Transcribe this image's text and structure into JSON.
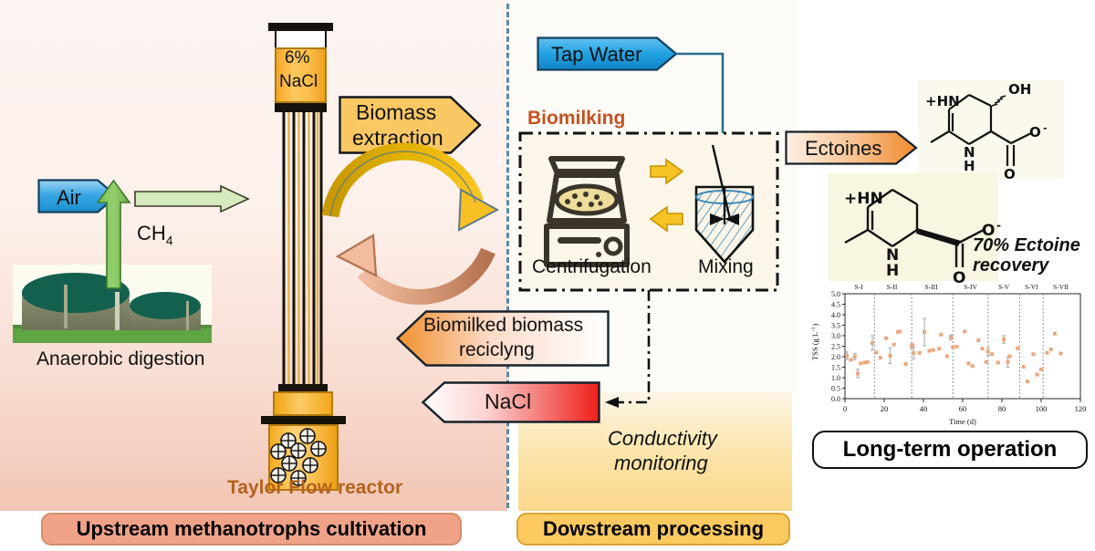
{
  "figure": {
    "type": "graphical-abstract",
    "title": "Methanotroph cultivation and ectoine biomilking process"
  },
  "palette": {
    "blue_arrow": "#2a9fe0",
    "green_arrow": "#8dc96b",
    "green_light_arrow": "#d6e9bf",
    "orange_arrow": "#f6b545",
    "orange_deep": "#f29330",
    "red_gradient": "#ef2a22",
    "yellow_circ": "#f0b400",
    "salmon_circ": "#e0a183",
    "banner_left": "#f0a287",
    "banner_right": "#fbc95f",
    "divider": "#5b89a6",
    "biomilking_text": "#c4521f",
    "reactor_text": "#b5621f",
    "dot_color": "#eba77f"
  },
  "left_panel": {
    "feed_gas_label": "Air",
    "methane_label": "CH",
    "methane_sub": "4",
    "digestion_caption": "Anaerobic digestion",
    "flask_line1": "6%",
    "flask_line2": "NaCl",
    "reactor_caption": "Taylor Flow reactor",
    "biomass_extraction_line1": "Biomass",
    "biomass_extraction_line2": "extraction",
    "recycle_arrow_line1": "Biomilked biomass",
    "recycle_arrow_line2": "reciclyng",
    "nacl_arrow_label": "NaCl",
    "banner": "Upstream methanotrophs cultivation"
  },
  "center_panel": {
    "tap_water_label": "Tap Water",
    "biomilking_label": "Biomilking",
    "centrifugation_label": "Centrifugation",
    "mixing_label": "Mixing",
    "conductivity_line1": "Conductivity",
    "conductivity_line2": "monitoring",
    "banner": "Dowstream processing"
  },
  "right_panel": {
    "ectoines_label": "Ectoines",
    "recovery_line1": "70% Ectoine",
    "recovery_line2": "recovery",
    "long_term_label": "Long-term operation",
    "molecule_top_name": "hydroxyectoine",
    "molecule_bottom_name": "ectoine",
    "molecule_atoms_top": [
      "+HN",
      "OH",
      "N",
      "H",
      "O",
      "O-"
    ],
    "molecule_atoms_bottom": [
      "+HN",
      "N",
      "H",
      "O",
      "O-"
    ]
  },
  "chart_data": {
    "type": "scatter",
    "title": "",
    "xlabel": "Time (d)",
    "ylabel": "TSS (g L-1)",
    "xlim": [
      0,
      120
    ],
    "ylim": [
      0.0,
      5.0
    ],
    "xticks": [
      0,
      20,
      40,
      60,
      80,
      100,
      120
    ],
    "yticks": [
      0.0,
      0.5,
      1.0,
      1.5,
      2.0,
      2.5,
      3.0,
      3.5,
      4.0,
      4.5,
      5.0
    ],
    "grid": false,
    "legend": "none",
    "stage_labels": [
      "S-I",
      "S-II",
      "S-III",
      "S-IV",
      "S-V",
      "S-VI",
      "S-VII"
    ],
    "stage_boundaries": [
      15,
      34,
      55,
      73,
      89,
      101
    ],
    "stage_label_x": [
      7,
      24,
      44,
      64,
      81,
      95,
      110
    ],
    "marker_color": "#eba77f",
    "errorbar_color": "#b0b0b0",
    "series": [
      {
        "name": "TSS",
        "points": [
          {
            "x": 1,
            "y": 2.05,
            "err": 0.18
          },
          {
            "x": 3,
            "y": 1.85,
            "err": 0
          },
          {
            "x": 5,
            "y": 2.0,
            "err": 0.15
          },
          {
            "x": 6.5,
            "y": 1.2,
            "err": 0.2
          },
          {
            "x": 8,
            "y": 1.68,
            "err": 0
          },
          {
            "x": 10,
            "y": 1.72,
            "err": 0
          },
          {
            "x": 11.5,
            "y": 1.75,
            "err": 0
          },
          {
            "x": 14,
            "y": 2.65,
            "err": 0.35
          },
          {
            "x": 16,
            "y": 2.2,
            "err": 0
          },
          {
            "x": 18,
            "y": 1.95,
            "err": 0
          },
          {
            "x": 21,
            "y": 2.88,
            "err": 0
          },
          {
            "x": 23,
            "y": 2.05,
            "err": 0.38
          },
          {
            "x": 25,
            "y": 2.58,
            "err": 0
          },
          {
            "x": 27,
            "y": 3.18,
            "err": 0
          },
          {
            "x": 28,
            "y": 3.2,
            "err": 0
          },
          {
            "x": 31,
            "y": 1.65,
            "err": 0
          },
          {
            "x": 34,
            "y": 2.52,
            "err": 0.1
          },
          {
            "x": 34.5,
            "y": 2.55,
            "err": 0
          },
          {
            "x": 35,
            "y": 2.18,
            "err": 0.28
          },
          {
            "x": 38,
            "y": 2.18,
            "err": 0
          },
          {
            "x": 40.5,
            "y": 3.17,
            "err": 0.65
          },
          {
            "x": 43,
            "y": 2.28,
            "err": 0
          },
          {
            "x": 45,
            "y": 2.32,
            "err": 0
          },
          {
            "x": 48,
            "y": 2.38,
            "err": 0
          },
          {
            "x": 49,
            "y": 3.05,
            "err": 0
          },
          {
            "x": 52,
            "y": 2.02,
            "err": 0
          },
          {
            "x": 54,
            "y": 2.92,
            "err": 0.12
          },
          {
            "x": 55,
            "y": 2.45,
            "err": 0
          },
          {
            "x": 57,
            "y": 2.48,
            "err": 0
          },
          {
            "x": 61,
            "y": 3.2,
            "err": 0
          },
          {
            "x": 63,
            "y": 1.68,
            "err": 0
          },
          {
            "x": 65,
            "y": 1.55,
            "err": 0
          },
          {
            "x": 68,
            "y": 2.78,
            "err": 0
          },
          {
            "x": 70,
            "y": 2.38,
            "err": 0
          },
          {
            "x": 72,
            "y": 1.75,
            "err": 0
          },
          {
            "x": 73,
            "y": 2.25,
            "err": 0.18
          },
          {
            "x": 75,
            "y": 2.12,
            "err": 0
          },
          {
            "x": 78,
            "y": 1.72,
            "err": 0
          },
          {
            "x": 81,
            "y": 2.82,
            "err": 0.18
          },
          {
            "x": 83,
            "y": 1.75,
            "err": 0.25
          },
          {
            "x": 84,
            "y": 2.02,
            "err": 0
          },
          {
            "x": 88,
            "y": 2.4,
            "err": 0
          },
          {
            "x": 91,
            "y": 1.52,
            "err": 0
          },
          {
            "x": 93,
            "y": 0.82,
            "err": 0
          },
          {
            "x": 96,
            "y": 2.12,
            "err": 0
          },
          {
            "x": 98,
            "y": 1.15,
            "err": 0
          },
          {
            "x": 100,
            "y": 1.4,
            "err": 0
          },
          {
            "x": 103,
            "y": 2.18,
            "err": 0
          },
          {
            "x": 105,
            "y": 2.35,
            "err": 0
          },
          {
            "x": 107,
            "y": 3.1,
            "err": 0
          },
          {
            "x": 110,
            "y": 2.15,
            "err": 0
          }
        ]
      }
    ]
  }
}
